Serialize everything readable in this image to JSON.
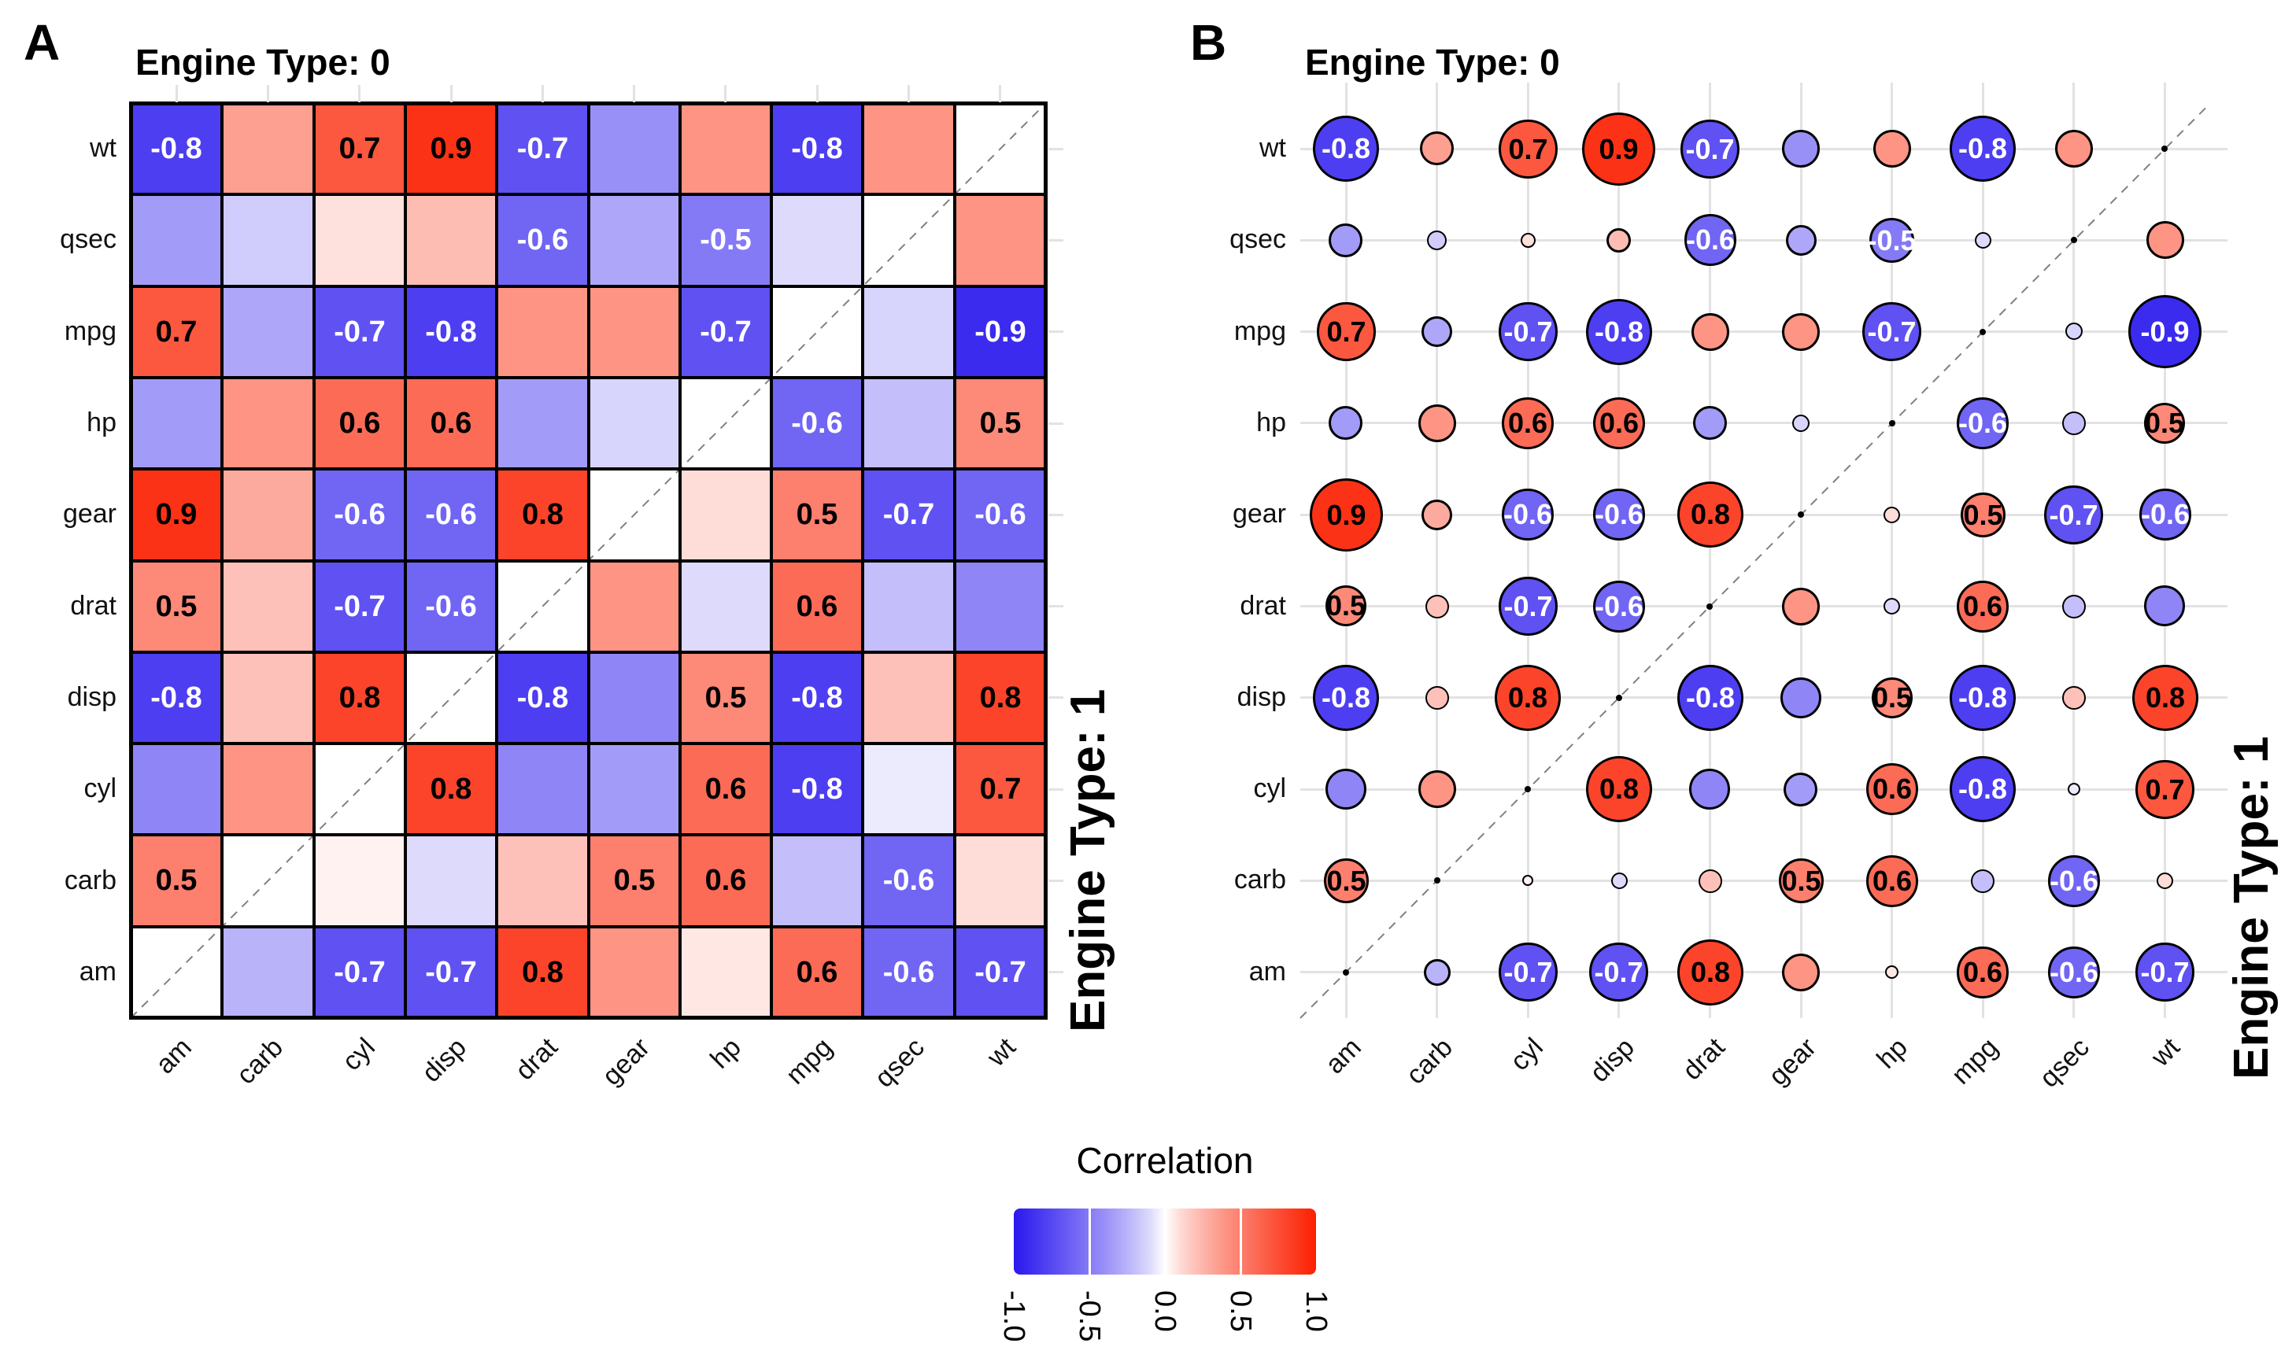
{
  "panels": [
    {
      "tag": "A",
      "type": "heatmap",
      "title_top": "Engine Type: 0",
      "label_right": "Engine Type: 1"
    },
    {
      "tag": "B",
      "type": "bubble",
      "title_top": "Engine Type: 0",
      "label_right": "Engine Type: 1"
    }
  ],
  "legend": {
    "title": "Correlation",
    "tick_labels": [
      "-1.0",
      "-0.5",
      "0.0",
      "0.5",
      "1.0"
    ],
    "range": [
      -1,
      1
    ],
    "gradient": {
      "negative": "#2a18ee",
      "mid": "#ffffff",
      "positive": "#fb2000",
      "gamma": 0.8
    }
  },
  "chart_data": {
    "type": "heatmap",
    "subtypes": [
      "correlation heatmap with value labels (panel A)",
      "correlation bubble matrix, circle size = |r| (panel B)"
    ],
    "x_categories": [
      "am",
      "carb",
      "cyl",
      "disp",
      "drat",
      "gear",
      "hp",
      "mpg",
      "qsec",
      "wt"
    ],
    "y_categories_top_to_bottom": [
      "wt",
      "qsec",
      "mpg",
      "hp",
      "gear",
      "drat",
      "disp",
      "cyl",
      "carb",
      "am"
    ],
    "upper_left_triangle_group": "Engine Type: 0",
    "lower_right_triangle_group": "Engine Type: 1",
    "value_label_threshold": 0.5,
    "diagonal": "blank with dashed identity line",
    "grid_on": true,
    "matrix": [
      [
        -0.8,
        0.35,
        0.7,
        0.9,
        -0.7,
        -0.4,
        0.4,
        -0.8,
        0.4,
        null
      ],
      [
        -0.35,
        -0.15,
        0.08,
        0.22,
        -0.6,
        -0.3,
        -0.5,
        -0.1,
        null,
        0.4
      ],
      [
        0.7,
        -0.3,
        -0.7,
        -0.8,
        0.4,
        0.4,
        -0.7,
        null,
        -0.12,
        -0.9
      ],
      [
        -0.35,
        0.4,
        0.6,
        0.6,
        -0.35,
        -0.12,
        null,
        -0.6,
        -0.2,
        0.45
      ],
      [
        0.9,
        0.3,
        -0.6,
        -0.6,
        0.8,
        null,
        0.1,
        0.5,
        -0.7,
        -0.6
      ],
      [
        0.45,
        0.2,
        -0.7,
        -0.6,
        null,
        0.4,
        -0.1,
        0.6,
        -0.2,
        -0.45
      ],
      [
        -0.8,
        0.2,
        0.8,
        null,
        -0.8,
        -0.45,
        0.45,
        -0.8,
        0.2,
        0.8
      ],
      [
        -0.45,
        0.4,
        null,
        0.8,
        -0.45,
        -0.35,
        0.6,
        -0.8,
        -0.05,
        0.7
      ],
      [
        0.5,
        null,
        0.03,
        -0.1,
        0.2,
        0.5,
        0.6,
        -0.2,
        -0.6,
        0.1
      ],
      [
        null,
        -0.25,
        -0.7,
        -0.7,
        0.8,
        0.4,
        0.06,
        0.6,
        -0.6,
        -0.7
      ]
    ]
  }
}
